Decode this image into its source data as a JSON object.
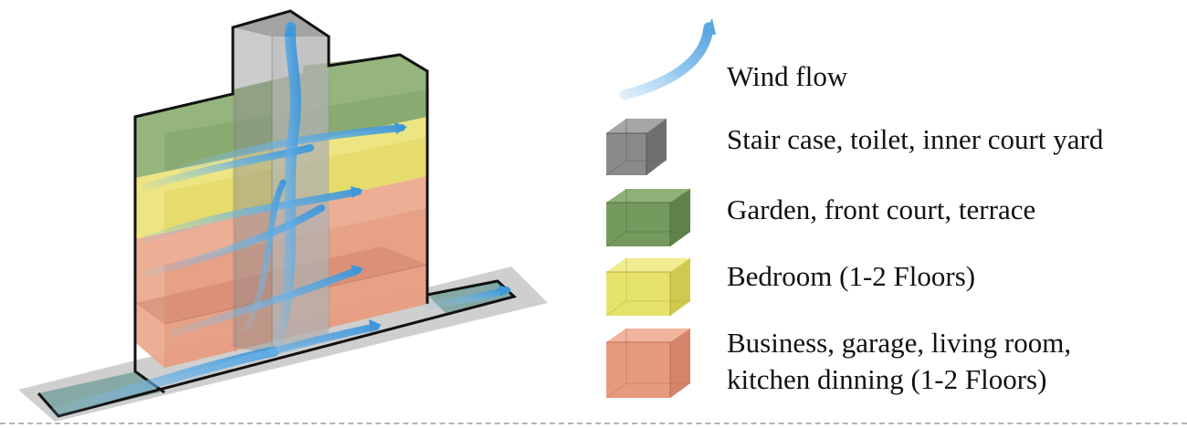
{
  "legend": {
    "wind": {
      "label": "Wind flow",
      "color": "#5aa7e0",
      "icon": "wind-arrow-icon"
    },
    "items": [
      {
        "key": "staircase",
        "label": "Stair case, toilet, inner court yard",
        "color": "#7a7a7a",
        "icon": "gray-box-icon"
      },
      {
        "key": "garden",
        "label": "Garden, front court, terrace",
        "color": "#6e9a57",
        "icon": "green-box-icon"
      },
      {
        "key": "bedroom",
        "label": "Bedroom (1-2 Floors)",
        "color": "#e6e36a",
        "icon": "yellow-box-icon"
      },
      {
        "key": "business",
        "label_lines": [
          "Business, garage, living room,",
          "kitchen dinning (1-2 Floors)"
        ],
        "color": "#e89a7e",
        "icon": "salmon-box-icon"
      }
    ]
  }
}
